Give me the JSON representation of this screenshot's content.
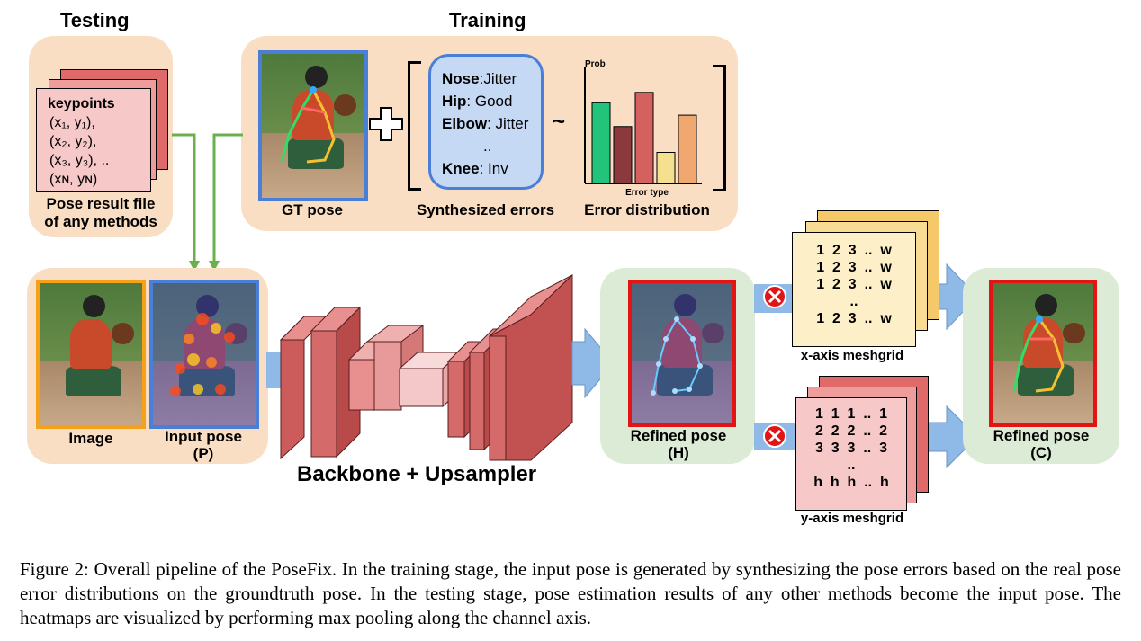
{
  "headers": {
    "testing": "Testing",
    "training": "Training"
  },
  "testing_panel": {
    "keypoints_title": "keypoints",
    "keypoints": [
      "(x₁, y₁),",
      "(x₂, y₂),",
      "(x₃, y₃), ..",
      "(xɴ, yɴ)"
    ],
    "label_line1": "Pose result file",
    "label_line2": "of any methods"
  },
  "training_panel": {
    "gt_label": "GT pose",
    "plus": "+",
    "tilde": "~",
    "errors": [
      {
        "joint": "Nose",
        "sep": ":",
        "error": "Jitter"
      },
      {
        "joint": "Hip",
        "sep": ": ",
        "error": "Good"
      },
      {
        "joint": "Elbow",
        "sep": ": ",
        "error": "Jitter"
      },
      {
        "joint": "",
        "sep": "",
        "error": ".."
      },
      {
        "joint": "Knee",
        "sep": ": ",
        "error": "Inv"
      }
    ],
    "synth_label": "Synthesized errors",
    "dist_label": "Error distribution"
  },
  "chart_data": {
    "type": "bar",
    "ylabel": "Prob",
    "xlabel": "Error type",
    "values": [
      0.78,
      0.55,
      0.88,
      0.3,
      0.66
    ],
    "colors": [
      "#21c47a",
      "#8a3a3c",
      "#d46060",
      "#f4e08f",
      "#f0a870"
    ],
    "ylim": [
      0,
      1
    ]
  },
  "input_panel": {
    "image_label": "Image",
    "input_label_line1": "Input pose",
    "input_label_line2": "(P)"
  },
  "backbone_label": "Backbone + Upsampler",
  "refined_h": {
    "line1": "Refined pose",
    "line2": "(H)"
  },
  "refined_c": {
    "line1": "Refined pose",
    "line2": "(C)"
  },
  "x_mesh": {
    "rows": [
      "1  2  3  ..  w",
      "1  2  3  ..  w",
      "1  2  3  ..  w",
      "..",
      "1  2  3  ..  w"
    ],
    "label": "x-axis meshgrid"
  },
  "y_mesh": {
    "rows": [
      "1  1  1  ..  1",
      "2  2  2  ..  2",
      "3  3  3  ..  3",
      "..",
      "h  h  h  ..  h"
    ],
    "label": "y-axis meshgrid"
  },
  "colors": {
    "panel_orange": "#f9dec3",
    "panel_green": "#dcebd6",
    "arrow_blue": "#8fb9e6",
    "arrow_green": "#6ab04c",
    "frame_blue": "#4a7fd8",
    "frame_orange": "#f5a21a",
    "frame_red": "#e31414",
    "block_red": "#cc5c5c"
  },
  "caption": "Figure 2: Overall pipeline of the PoseFix. In the training stage, the input pose is generated by synthesizing the pose errors based on the real pose error distributions on the groundtruth pose. In the testing stage, pose estimation results of any other methods become the input pose. The heatmaps are visualized by performing max pooling along the channel axis."
}
